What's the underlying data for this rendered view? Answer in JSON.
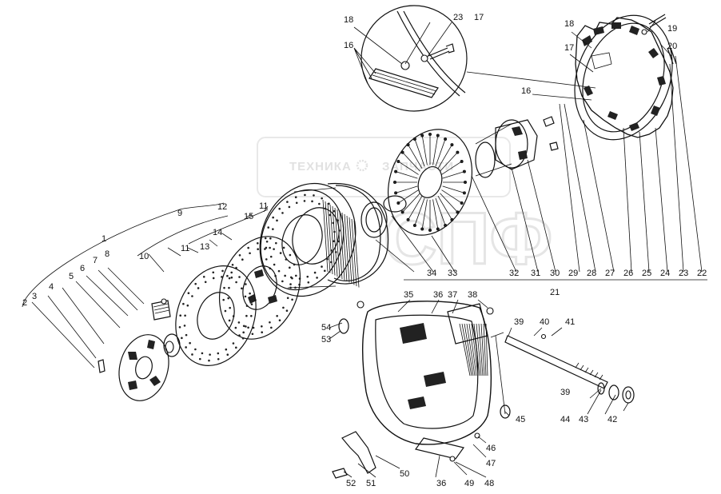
{
  "watermark": {
    "text": "ТЕХНИКА",
    "text_right": "ЗАПЧАСТИ",
    "brand": "СПФ"
  },
  "callouts": {
    "c1": "1",
    "c2": "2",
    "c3": "3",
    "c4": "4",
    "c5": "5",
    "c6": "6",
    "c7": "7",
    "c8": "8",
    "c9": "9",
    "c10": "10",
    "c11": "11",
    "c12": "12",
    "c13": "13",
    "c14": "14",
    "c15": "15",
    "c16": "16",
    "c17": "17",
    "c18": "18",
    "c19": "19",
    "c20": "20",
    "c21": "21",
    "c22": "22",
    "c23": "23",
    "c24": "24",
    "c25": "25",
    "c26": "26",
    "c27": "27",
    "c28": "28",
    "c29": "29",
    "c30": "30",
    "c31": "31",
    "c32": "32",
    "c33": "33",
    "c34": "34",
    "c35": "35",
    "c36": "36",
    "c37": "37",
    "c38": "38",
    "c39": "39",
    "c40": "40",
    "c41": "41",
    "c42": "42",
    "c43": "43",
    "c44": "44",
    "c45": "45",
    "c46": "46",
    "c47": "47",
    "c48": "48",
    "c49": "49",
    "c50": "50",
    "c51": "51",
    "c52": "52",
    "c53": "53",
    "c54": "54"
  }
}
